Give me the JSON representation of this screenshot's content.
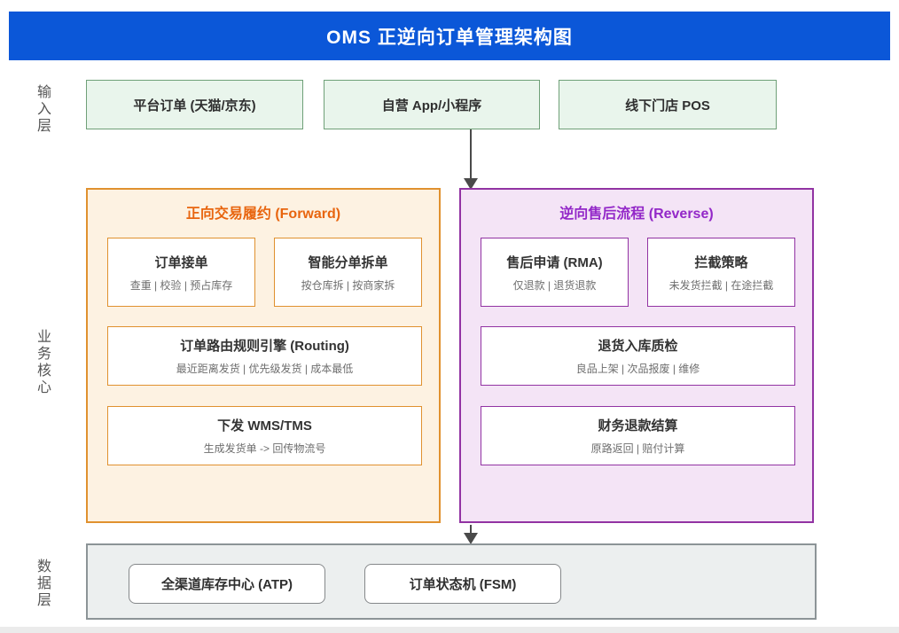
{
  "title": "OMS 正逆向订单管理架构图",
  "colors": {
    "header_bg": "#0B57D8",
    "input_fill": "#E9F5EC",
    "input_border": "#6FA078",
    "forward_fill": "#FDF2E2",
    "forward_border": "#E0912F",
    "forward_title": "#E8650F",
    "reverse_fill": "#F4E4F6",
    "reverse_border": "#9233A3",
    "reverse_title": "#9328C8",
    "data_fill": "#ECEFEF",
    "data_border": "#8C9497",
    "arrow": "#4A4A4A"
  },
  "side_labels": {
    "input": "输入层",
    "core": "业务核心",
    "data": "数据层"
  },
  "input_layer": {
    "nodes": [
      {
        "label": "平台订单 (天猫/京东)"
      },
      {
        "label": "自营 App/小程序"
      },
      {
        "label": "线下门店 POS"
      }
    ]
  },
  "forward": {
    "title": "正向交易履约 (Forward)",
    "nodes": [
      {
        "title": "订单接单",
        "subtitle": "查重 | 校验 | 预占库存"
      },
      {
        "title": "智能分单拆单",
        "subtitle": "按仓库拆 | 按商家拆"
      },
      {
        "title": "订单路由规则引擎 (Routing)",
        "subtitle": "最近距离发货 | 优先级发货 | 成本最低"
      },
      {
        "title": "下发 WMS/TMS",
        "subtitle": "生成发货单 -> 回传物流号"
      }
    ]
  },
  "reverse": {
    "title": "逆向售后流程 (Reverse)",
    "nodes": [
      {
        "title": "售后申请 (RMA)",
        "subtitle": "仅退款 | 退货退款"
      },
      {
        "title": "拦截策略",
        "subtitle": "未发货拦截 | 在途拦截"
      },
      {
        "title": "退货入库质检",
        "subtitle": "良品上架 | 次品报废 | 维修"
      },
      {
        "title": "财务退款结算",
        "subtitle": "原路返回 | 赔付计算"
      }
    ]
  },
  "data_layer": {
    "nodes": [
      {
        "label": "全渠道库存中心 (ATP)"
      },
      {
        "label": "订单状态机 (FSM)"
      }
    ]
  }
}
